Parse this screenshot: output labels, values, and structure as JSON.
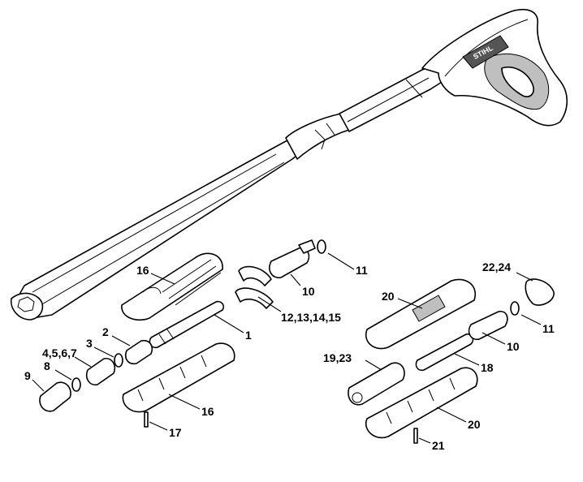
{
  "logo_text": "STIHL",
  "callouts": [
    {
      "id": "c16a",
      "text": "16"
    },
    {
      "id": "c11a",
      "text": "11"
    },
    {
      "id": "c10a",
      "text": "10"
    },
    {
      "id": "c12",
      "text": "12,13,14,15"
    },
    {
      "id": "c1",
      "text": "1"
    },
    {
      "id": "c2",
      "text": "2"
    },
    {
      "id": "c3",
      "text": "3"
    },
    {
      "id": "c4",
      "text": "4,5,6,7"
    },
    {
      "id": "c8",
      "text": "8"
    },
    {
      "id": "c9",
      "text": "9"
    },
    {
      "id": "c16b",
      "text": "16"
    },
    {
      "id": "c17",
      "text": "17"
    },
    {
      "id": "c22",
      "text": "22,24"
    },
    {
      "id": "c20a",
      "text": "20"
    },
    {
      "id": "c11b",
      "text": "11"
    },
    {
      "id": "c10b",
      "text": "10"
    },
    {
      "id": "c19",
      "text": "19,23"
    },
    {
      "id": "c18",
      "text": "18"
    },
    {
      "id": "c20b",
      "text": "20"
    },
    {
      "id": "c21",
      "text": "21"
    }
  ]
}
